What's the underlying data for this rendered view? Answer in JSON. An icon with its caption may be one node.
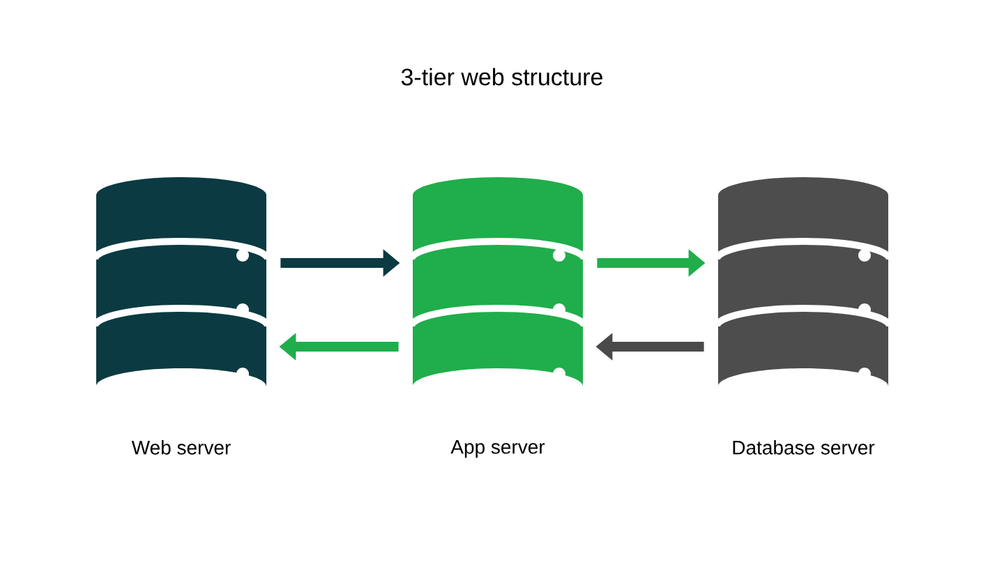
{
  "diagram": {
    "title": "3-tier web structure",
    "nodes": [
      {
        "text": [
          "Web server"
        ]
      },
      {
        "text": [
          "App server"
        ]
      },
      {
        "text": [
          "Database server"
        ]
      }
    ],
    "edges": [
      {
        "from": 0,
        "to": 1,
        "arrow": "to",
        "color": "#0b3a42"
      },
      {
        "from": 1,
        "to": 0,
        "arrow": "to",
        "color": "#1fae4b"
      },
      {
        "from": 1,
        "to": 2,
        "arrow": "to",
        "color": "#1fae4b"
      },
      {
        "from": 2,
        "to": 1,
        "arrow": "to",
        "color": "#4a4a4a"
      }
    ]
  }
}
